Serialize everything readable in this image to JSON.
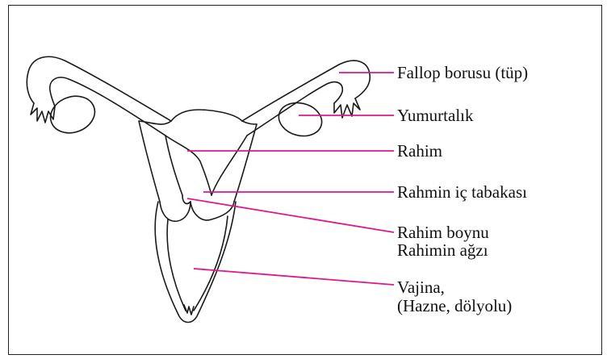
{
  "labels": {
    "fallopian_tube": "Fallop borusu (tüp)",
    "ovary": "Yumurtalık",
    "uterus": "Rahim",
    "endometrium": "Rahmin iç tabakası",
    "cervix_line1": "Rahim boynu",
    "cervix_line2": "Rahimin ağzı",
    "vagina_line1": "Vajina,",
    "vagina_line2": "(Hazne, dölyolu)"
  },
  "colors": {
    "leader_line": "#e0168c",
    "outline": "#1a1a1a"
  }
}
